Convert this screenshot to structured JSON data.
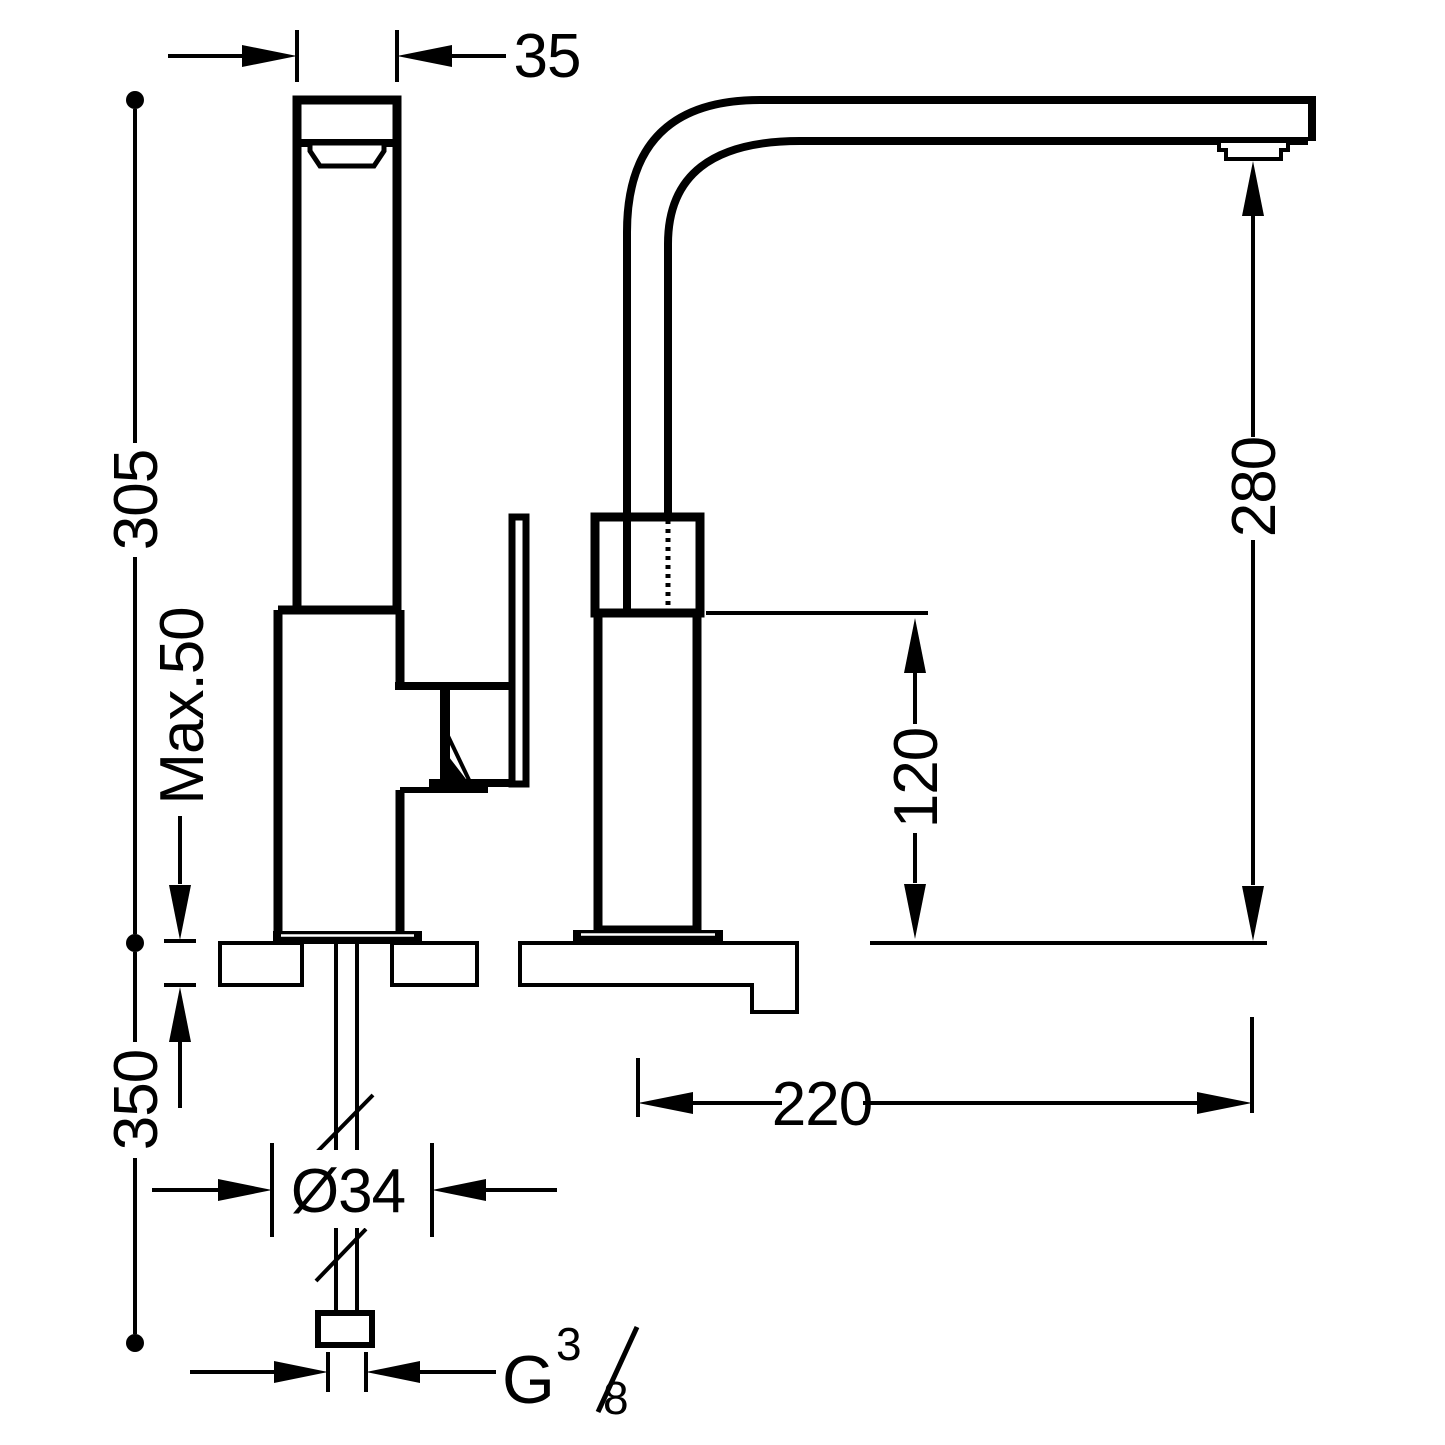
{
  "meta": {
    "drawing_type": "technical dimension drawing",
    "subject": "single-lever kitchen sink mixer tap, front and side elevations with installation dimensions"
  },
  "colors": {
    "ink": "#000000",
    "paper": "#ffffff"
  },
  "labels": {
    "spout_column_width": "35",
    "height_above_counter": "305",
    "max_counter_thickness": "Max.50",
    "length_below_counter": "350",
    "mounting_hole_diameter": "Ø34",
    "thread_letter": "G",
    "thread_numerator": "3",
    "thread_denominator": "8",
    "outlet_height": "280",
    "body_top_height": "120",
    "spout_reach": "220"
  }
}
